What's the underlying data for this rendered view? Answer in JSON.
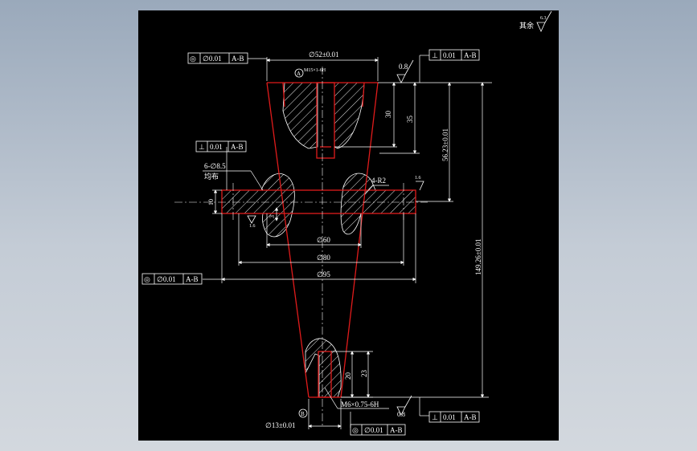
{
  "viewport": {
    "title": ""
  },
  "colors": {
    "background": "#000000",
    "outline": "#e01b1b",
    "dims": "#ffffff",
    "hatch": "#ffffff",
    "desktop": "#aab6c4"
  },
  "roughness": {
    "general_label": "其余",
    "general_value": "6.3",
    "top_face": "0.8",
    "bottom_face": "0.8",
    "flange_face": "1.6",
    "flange_right": "1.6"
  },
  "tolerance_frames": {
    "top_left": {
      "symbol": "◎",
      "value": "∅0.01",
      "datum": "A-B"
    },
    "top_right": {
      "symbol": "⊥",
      "value": "0.01",
      "datum": "A-B"
    },
    "mid_left": {
      "symbol": "⊥",
      "value": "0.01",
      "datum": "A-B"
    },
    "low_left": {
      "symbol": "◎",
      "value": "∅0.01",
      "datum": "A-B"
    },
    "bottom_right": {
      "symbol": "⊥",
      "value": "0.01",
      "datum": "A-B"
    },
    "bottom_center": {
      "symbol": "◎",
      "value": "∅0.01",
      "datum": "A-B"
    }
  },
  "dimensions": {
    "top_diameter": "∅52±0.01",
    "top_thread": "M15×1-6H",
    "depth_30": "30",
    "depth_35": "35",
    "height_5623": "56.23±0.01",
    "total_height": "149.26±0.01",
    "holes_line1": "6-∅8.5",
    "holes_line2": "均布",
    "fillet": "4-R2",
    "flange_thk": "10",
    "step_3": "3",
    "dia_60": "∅60",
    "dia_80": "∅80",
    "dia_95": "∅95",
    "depth_20": "20",
    "depth_23": "23",
    "bottom_thread": "M6×0.75-6H",
    "bottom_diameter": "∅13±0.01",
    "datum_a": "A",
    "datum_b": "B"
  }
}
